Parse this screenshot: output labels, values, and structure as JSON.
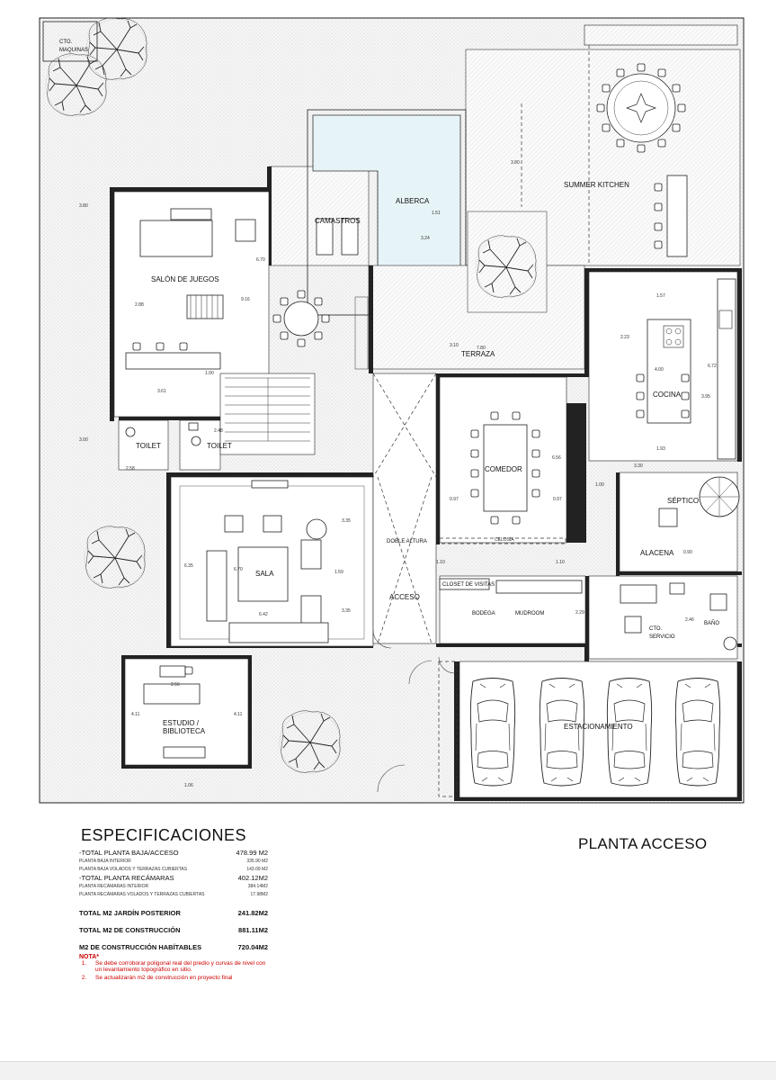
{
  "title": "PLANTA ACCESO",
  "rooms": {
    "cto_maquinas": "CTO.\nMAQUINAS",
    "summer_kitchen": "SUMMER KITCHEN",
    "camastros": "CAMASTROS",
    "alberca": "ALBERCA",
    "salon_juegos": "SALÓN DE JUEGOS",
    "terraza": "TERRAZA",
    "cocina": "COCINA",
    "comedor": "COMEDOR",
    "toilet_1": "TOILET",
    "toilet_2": "TOILET",
    "septico": "SÉPTICO",
    "alacena": "ALACENA",
    "sala": "SALA",
    "doble_altura": "DOBLE ALTURA",
    "closet_visitas": "CLOSET DE VISITAS",
    "acceso": "ACCESO",
    "bodega": "BODEGA",
    "mudroom": "MUDROOM",
    "cto_servicio": "CTO.\nSERVICIO",
    "bano": "BAÑO",
    "estudio": "ESTUDIO /\nBIBLIOTECA",
    "estacionamiento": "ESTACIONAMIENTO",
    "celosia": "CELOSÍA"
  },
  "dims": [
    "3.80",
    "6.70",
    "9.16",
    "2.88",
    "1.00",
    "3.61",
    "2.48",
    "3.00",
    "2.58",
    "3.35",
    "6.35",
    "6.70",
    "1.59",
    "3.35",
    "6.42",
    "2.56",
    "4.11",
    "4.11",
    "1.06",
    "3.80",
    "1.51",
    "3.24",
    "3.10",
    "7.80",
    "1.57",
    "2.23",
    "4.00",
    "6.72",
    "3.95",
    "1.93",
    "3.30",
    "1.00",
    "0.90",
    "6.56",
    "0.97",
    "0.97",
    "1.10",
    "1.10",
    "2.46",
    "2.29"
  ],
  "specs": {
    "heading": "ESPECIFICACIONES",
    "rows": [
      {
        "label": "-TOTAL PLANTA BAJA/ACCESO",
        "value": "478.99 M2",
        "kind": "main"
      },
      {
        "label": "PLANTA BAJA INTERIOR",
        "value": "335.90 M2",
        "kind": "sub"
      },
      {
        "label": "PLANTA BAJA VOLADOS Y TERRAZAS CUBIERTAS",
        "value": "143.09 M2",
        "kind": "sub"
      },
      {
        "label": "-TOTAL PLANTA RECÁMARAS",
        "value": "402.12M2",
        "kind": "main"
      },
      {
        "label": "PLANTA RECÁMARAS INTERIOR",
        "value": "384.14M2",
        "kind": "sub"
      },
      {
        "label": "PLANTA RECÁMARAS VOLADOS Y TERRAZAS CUBIERTAS",
        "value": "17.98M2",
        "kind": "sub"
      }
    ],
    "totals": [
      {
        "label": "TOTAL M2 JARDÍN POSTERIOR",
        "value": "241.82M2"
      },
      {
        "label": "TOTAL M2 DE CONSTRUCCIÓN",
        "value": "881.11M2"
      },
      {
        "label": "M2 DE CONSTRUCCIÓN HABÍTABLES",
        "value": "720.04M2"
      }
    ],
    "nota_label": "NOTA*",
    "notas": [
      "Se debe corroborar poligonal real del predio y curvas de nivel con un levantamiento topográfico en sitio.",
      "Se actualizarán m2 de construcción en proyecto final"
    ]
  },
  "colors": {
    "pool": "#e6f3f7",
    "note": "#cc0000"
  }
}
